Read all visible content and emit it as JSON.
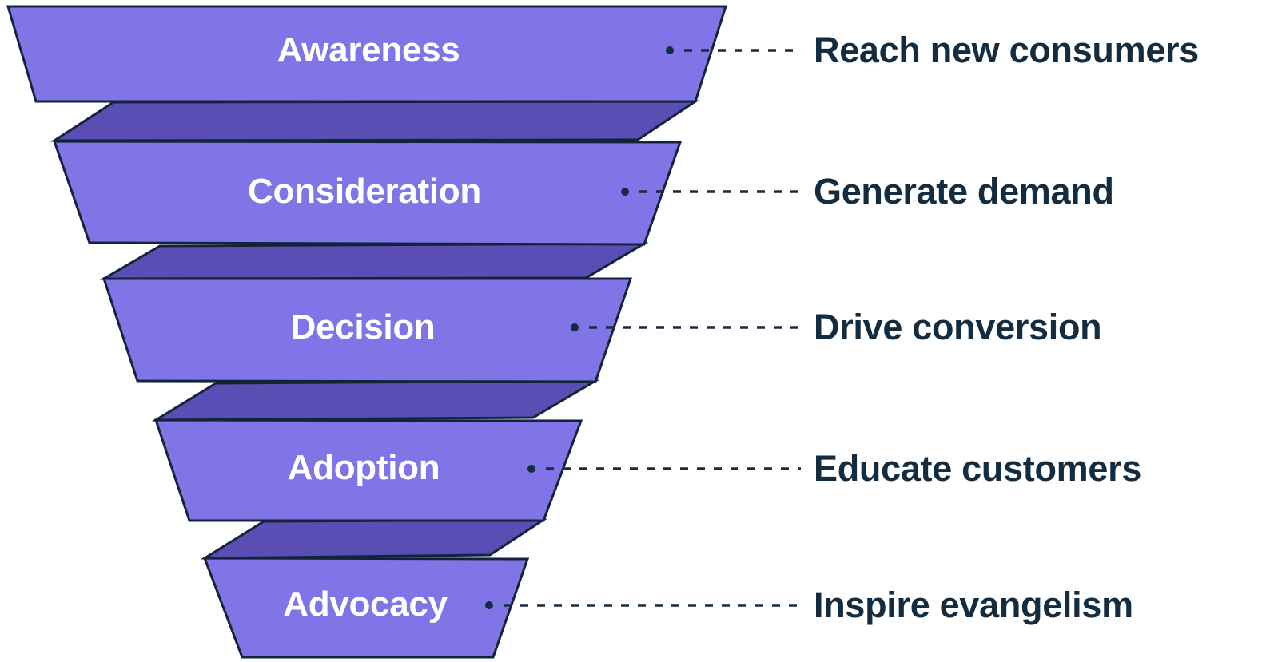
{
  "colors": {
    "funnel_fill": "#8174e6",
    "funnel_fold": "#5a4eb4",
    "outline": "#13243a",
    "label_text": "#132c40",
    "stage_text": "#ffffff",
    "background": "#ffffff"
  },
  "stages": [
    {
      "name": "Awareness",
      "function": "Reach new consumers"
    },
    {
      "name": "Consideration",
      "function": "Generate demand"
    },
    {
      "name": "Decision",
      "function": "Drive conversion"
    },
    {
      "name": "Adoption",
      "function": "Educate customers"
    },
    {
      "name": "Advocacy",
      "function": "Inspire evangelism"
    }
  ]
}
